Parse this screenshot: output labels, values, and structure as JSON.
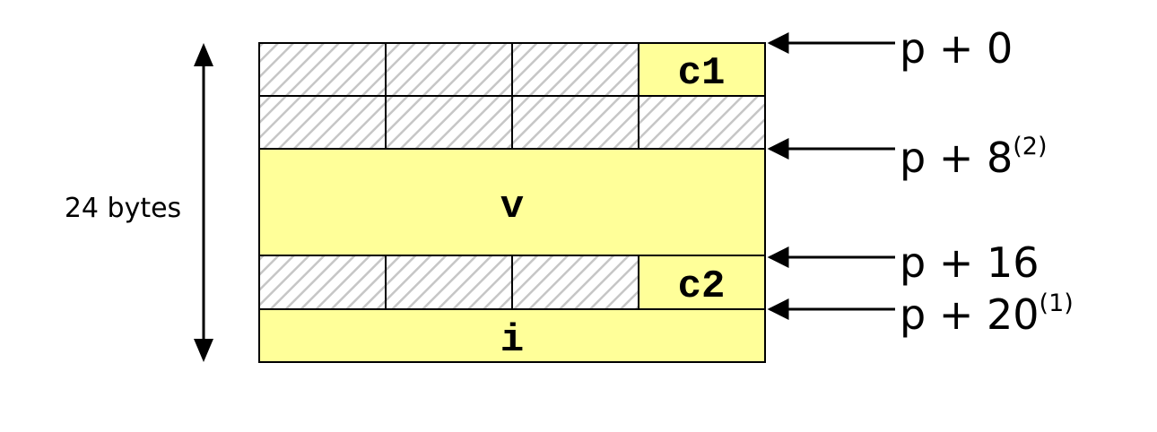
{
  "size_label": "24 bytes",
  "fields": {
    "c1": "c1",
    "v": "v",
    "c2": "c2",
    "i": "i"
  },
  "offsets": [
    {
      "text": "p + 0",
      "sup": ""
    },
    {
      "text": "p + 8",
      "sup": "(2)"
    },
    {
      "text": "p + 16",
      "sup": ""
    },
    {
      "text": "p + 20",
      "sup": "(1)"
    }
  ],
  "colors": {
    "field_fill": "#ffff99",
    "padding_fill": "#ffffff",
    "padding_hatch": "#c6c6c6",
    "stroke": "#000000"
  }
}
